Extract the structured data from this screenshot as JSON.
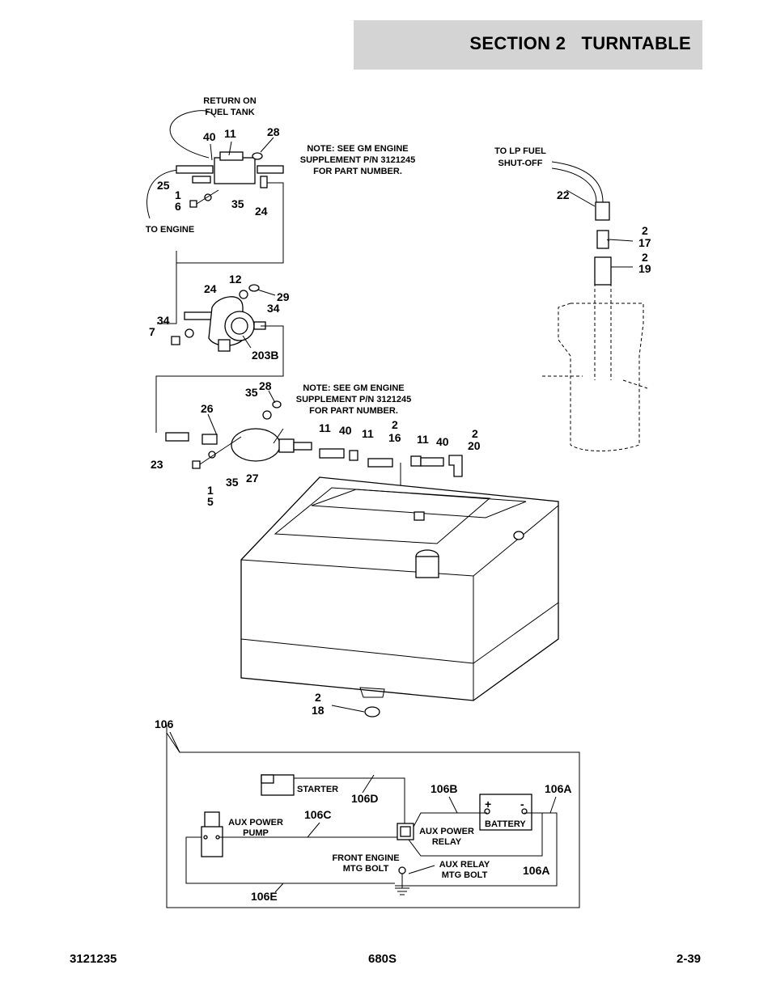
{
  "header": {
    "section_title": "SECTION 2   TURNTABLE"
  },
  "callouts": {
    "return_on_fuel_tank_1": "RETURN ON",
    "return_on_fuel_tank_2": "FUEL TANK",
    "to_engine": "TO ENGINE",
    "to_lp_fuel_1": "TO LP FUEL",
    "to_lp_fuel_2": "SHUT-OFF",
    "note1_line1": "NOTE:  SEE GM ENGINE",
    "note1_line2": "SUPPLEMENT P/N 3121245",
    "note1_line3": "FOR PART NUMBER.",
    "note2_line1": "NOTE:  SEE GM ENGINE",
    "note2_line2": "SUPPLEMENT P/N 3121245",
    "note2_line3": "FOR PART NUMBER."
  },
  "part_numbers": {
    "p40a": "40",
    "p11a": "11",
    "p28a": "28",
    "p25": "25",
    "p1a": "1",
    "p6": "6",
    "p35a": "35",
    "p24a": "24",
    "p12": "12",
    "p24b": "24",
    "p29": "29",
    "p34a": "34",
    "p34b": "34",
    "p7": "7",
    "p203b": "203B",
    "p28b": "28",
    "p35b": "35",
    "p26": "26",
    "p23": "23",
    "p35c": "35",
    "p27": "27",
    "p1b": "1",
    "p5": "5",
    "p11b": "11",
    "p40b": "40",
    "p11c": "11",
    "p2a": "2",
    "p16": "16",
    "p11d": "11",
    "p40c": "40",
    "p2b": "2",
    "p20": "20",
    "p22": "22",
    "p2c": "2",
    "p17": "17",
    "p2d": "2",
    "p19": "19",
    "p2e": "2",
    "p18": "18"
  },
  "wiring": {
    "ref106": "106",
    "starter": "STARTER",
    "r106d": "106D",
    "r106b": "106B",
    "r106a_top": "106A",
    "battery": "BATTERY",
    "plus": "+",
    "minus": "-",
    "aux_power_pump_1": "AUX POWER",
    "aux_power_pump_2": "PUMP",
    "r106c": "106C",
    "aux_power_relay_1": "AUX POWER",
    "aux_power_relay_2": "RELAY",
    "front_engine_1": "FRONT ENGINE",
    "front_engine_2": "MTG BOLT",
    "aux_relay_1": "AUX RELAY",
    "aux_relay_2": "MTG BOLT",
    "r106a_bottom": "106A",
    "r106e": "106E"
  },
  "footer": {
    "doc_number": "3121235",
    "model": "680S",
    "page": "2-39"
  }
}
